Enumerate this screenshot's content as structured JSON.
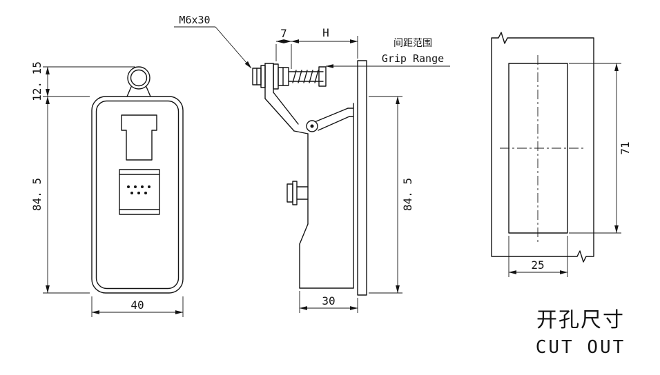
{
  "views": {
    "front": {
      "dim_top": "12. 15",
      "dim_height": "84. 5",
      "dim_width": "40"
    },
    "side": {
      "bolt_spec": "M6x30",
      "dim_offset": "7",
      "dim_grip": "H",
      "grip_range_cn": "间距范围",
      "grip_range_en": "Grip Range",
      "dim_height": "84. 5",
      "dim_depth": "30"
    },
    "cutout": {
      "dim_height": "71",
      "dim_width": "25",
      "caption_cn": "开孔尺寸",
      "caption_en": "CUT OUT"
    }
  },
  "colors": {
    "line": "#141414",
    "background": "#ffffff"
  }
}
